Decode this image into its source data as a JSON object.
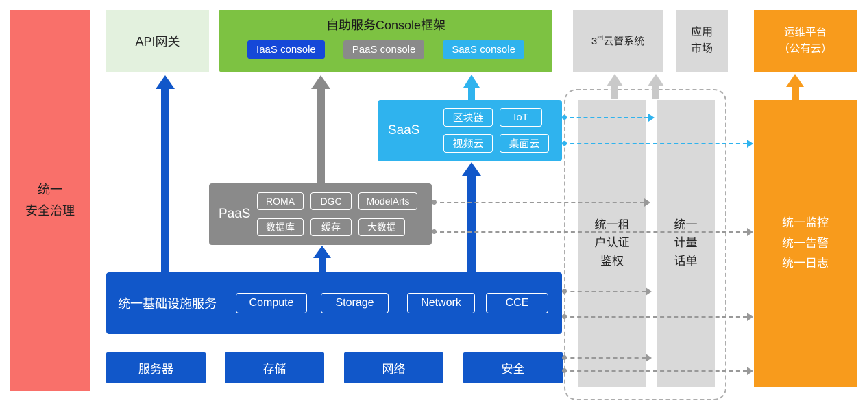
{
  "colors": {
    "red": "#F9706A",
    "light_green": "#E3F1DE",
    "green": "#7DC242",
    "blue": "#1157C9",
    "console_blue": "#1548D8",
    "gray": "#8A8A8A",
    "light_gray": "#D9D9D9",
    "cyan": "#2FB3EE",
    "orange": "#F89B1C"
  },
  "security_bar": {
    "lines": [
      "统一",
      "安全治理"
    ]
  },
  "api_gateway": {
    "label": "API网关"
  },
  "console_frame": {
    "title": "自助服务Console框架",
    "buttons": [
      {
        "label": "IaaS console"
      },
      {
        "label": "PaaS console"
      },
      {
        "label": "SaaS console"
      }
    ]
  },
  "third_cloud": {
    "num": "3",
    "sup": "rd",
    "rest": "云管系统"
  },
  "app_market": {
    "lines": [
      "应用",
      "市场"
    ]
  },
  "om_platform": {
    "lines": [
      "运维平台",
      "（公有云）"
    ]
  },
  "saas": {
    "label": "SaaS",
    "chips": [
      "区块链",
      "IoT",
      "视频云",
      "桌面云"
    ]
  },
  "paas": {
    "label": "PaaS",
    "chips": [
      "ROMA",
      "DGC",
      "ModelArts",
      "数据库",
      "缓存",
      "大数据"
    ]
  },
  "infra": {
    "label": "统一基础设施服务",
    "chips": [
      "Compute",
      "Storage",
      "Network",
      "CCE"
    ]
  },
  "resources": [
    "服务器",
    "存储",
    "网络",
    "安全"
  ],
  "auth_bar": {
    "lines": [
      "统一租",
      "户认证",
      "鉴权"
    ]
  },
  "billing_bar": {
    "lines": [
      "统一",
      "计量",
      "话单"
    ]
  },
  "monitor_box": {
    "lines": [
      "统一监控",
      "统一告警",
      "统一日志"
    ]
  }
}
